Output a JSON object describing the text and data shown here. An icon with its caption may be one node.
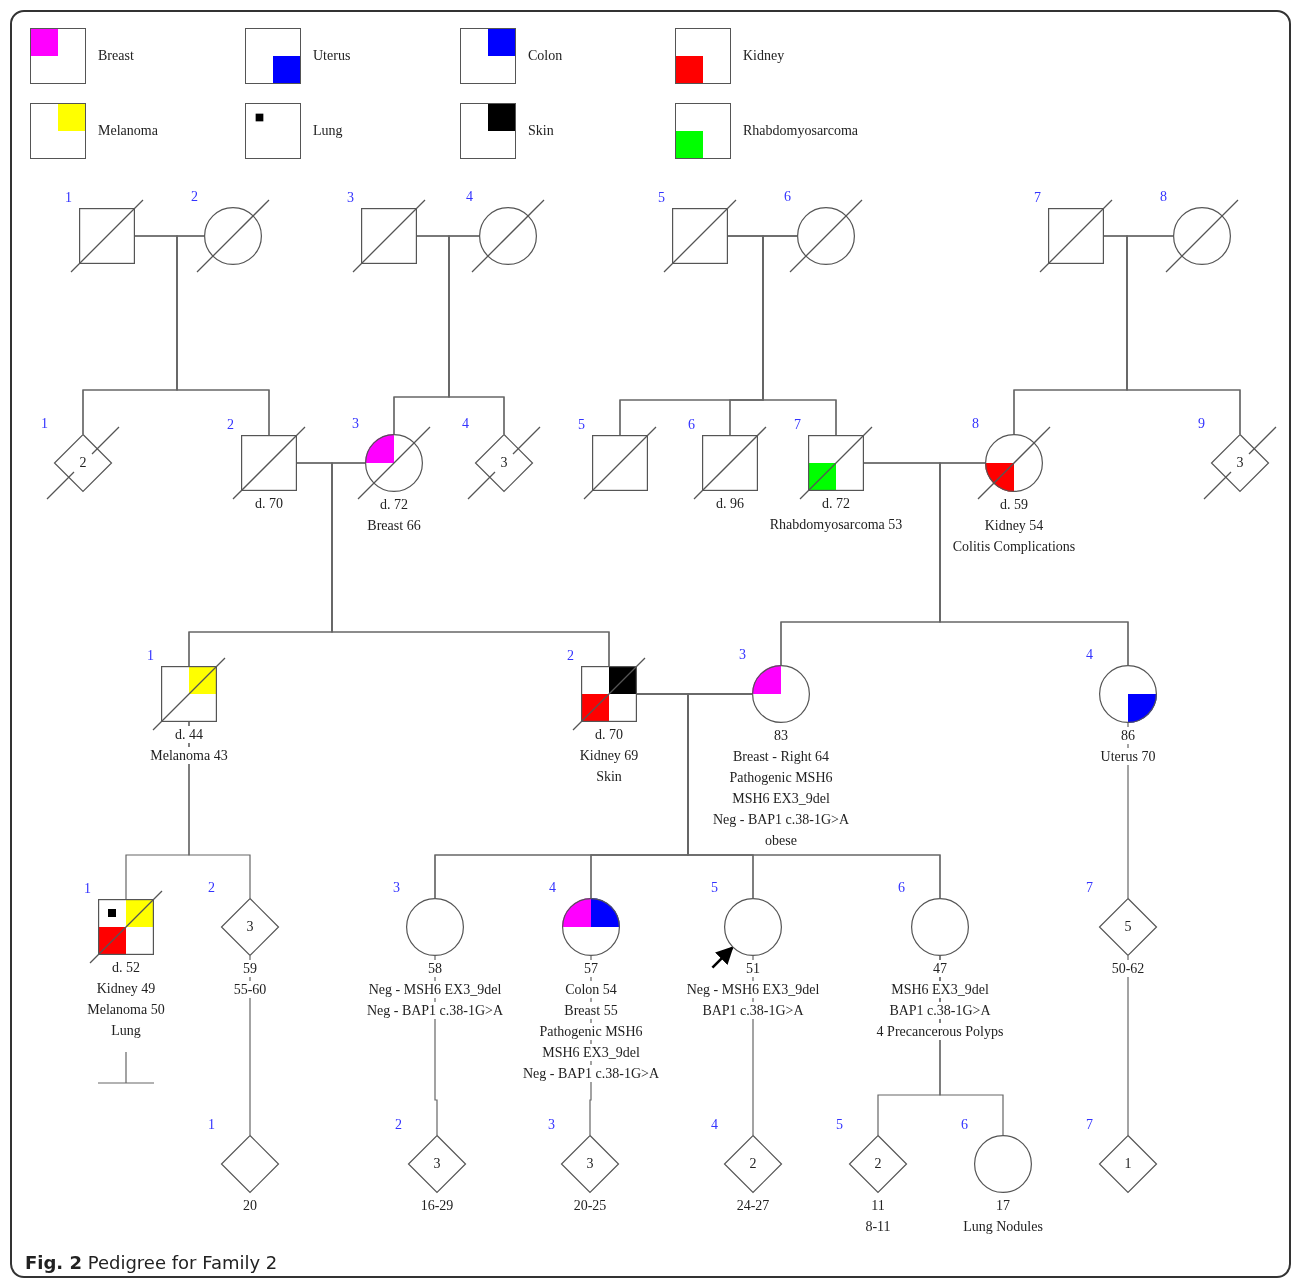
{
  "diagram": {
    "caption": "**Fig. 2** Pedigree for Family 2",
    "nodes": [
      {
        "text": [],
        "shape": "box",
        "beside": [
          "1"
        ]
      },
      {
        "text": [],
        "shape": "circle",
        "beside": [
          "2"
        ]
      },
      {
        "text": [],
        "shape": "box",
        "beside": [
          "3"
        ]
      },
      {
        "text": [],
        "shape": "circle",
        "beside": [
          "4"
        ]
      },
      {
        "text": [],
        "shape": "box",
        "beside": [
          "5"
        ]
      },
      {
        "text": [],
        "shape": "circle",
        "beside": [
          "6"
        ]
      },
      {
        "text": [],
        "shape": "box",
        "beside": [
          "7"
        ]
      },
      {
        "text": [],
        "shape": "circle",
        "beside": [
          "8"
        ]
      },
      {
        "text": [
          "2"
        ],
        "beside": [
          "1"
        ]
      },
      {
        "text": [],
        "shape": "box",
        "beside": [
          "2",
          "d. 70"
        ]
      },
      {
        "text": [],
        "shape": "circle",
        "beside": [
          "3",
          "d. 72",
          "Breast 66"
        ]
      },
      {
        "text": [
          "3"
        ],
        "beside": [
          "4"
        ]
      },
      {
        "text": [],
        "shape": "box",
        "beside": [
          "5"
        ]
      },
      {
        "text": [],
        "shape": "box",
        "beside": [
          "6",
          "d. 96"
        ]
      },
      {
        "text": [],
        "shape": "box",
        "beside": [
          "7",
          "d. 72",
          "Rhabdomyosarcoma 53"
        ]
      },
      {
        "text": [],
        "shape": "circle",
        "beside": [
          "8",
          "d. 59",
          "Kidney 54",
          "Colitis Complications"
        ]
      },
      {
        "text": [
          "3"
        ],
        "beside": [
          "9"
        ]
      },
      {
        "text": [],
        "shape": "box",
        "beside": [
          "1",
          "d. 44",
          "Melanoma 43"
        ]
      },
      {
        "text": [],
        "shape": "box",
        "beside": [
          "2",
          "d. 70",
          "Kidney 69",
          "Skin"
        ]
      },
      {
        "text": [],
        "shape": "circle",
        "beside": [
          "3",
          "83",
          "Breast - Right 64",
          "Pathogenic MSH6",
          "MSH6 EX3_9del",
          "Neg - BAP1 c.38-1G>A",
          "obese"
        ]
      },
      {
        "text": [],
        "shape": "circle",
        "beside": [
          "4",
          "86",
          "Uterus 70"
        ]
      },
      {
        "text": [],
        "shape": "box",
        "beside": [
          "1",
          "d. 52",
          "Kidney 49",
          "Melanoma 50",
          "Lung"
        ]
      },
      {
        "text": [
          "3"
        ],
        "beside": [
          "2",
          "59",
          "55-60"
        ]
      },
      {
        "text": [],
        "shape": "circle",
        "beside": [
          "3",
          "58",
          "Neg - MSH6 EX3_9del",
          "Neg - BAP1 c.38-1G>A"
        ]
      },
      {
        "text": [],
        "shape": "circle",
        "beside": [
          "4",
          "57",
          "Colon 54",
          "Breast 55",
          "Pathogenic MSH6",
          "MSH6 EX3_9del",
          "Neg - BAP1 c.38-1G>A"
        ]
      },
      {
        "text": [],
        "shape": "circle",
        "beside": [
          "5",
          "51",
          "Neg - MSH6 EX3_9del",
          "BAP1 c.38-1G>A"
        ]
      },
      {
        "text": [],
        "shape": "circle",
        "beside": [
          "6",
          "47",
          "MSH6 EX3_9del",
          "BAP1 c.38-1G>A",
          "4 Precancerous Polyps"
        ]
      },
      {
        "text": [
          "5"
        ],
        "beside": [
          "7",
          "50-62"
        ]
      },
      {
        "text": [],
        "shape": "diamond",
        "beside": [
          "1",
          "20"
        ]
      },
      {
        "text": [
          "3"
        ],
        "beside": [
          "2",
          "16-29"
        ]
      },
      {
        "text": [
          "3"
        ],
        "beside": [
          "3",
          "20-25"
        ]
      },
      {
        "text": [
          "2"
        ],
        "beside": [
          "4",
          "24-27"
        ]
      },
      {
        "text": [
          "2"
        ],
        "beside": [
          "5",
          "11",
          "8-11"
        ]
      },
      {
        "text": [],
        "shape": "circle",
        "beside": [
          "6",
          "17",
          "Lung Nodules"
        ]
      },
      {
        "text": [
          "1"
        ],
        "beside": [
          "7"
        ]
      }
    ],
    "edges": [
      {
        "from": 0,
        "to": 1,
        "arrow": "none"
      },
      {
        "from": 2,
        "to": 3,
        "arrow": "none"
      },
      {
        "from": 4,
        "to": 5,
        "arrow": "none"
      },
      {
        "from": 6,
        "to": 7,
        "arrow": "none"
      },
      {
        "from": 0,
        "to": 8,
        "arrow": "none"
      },
      {
        "from": 1,
        "to": 8,
        "arrow": "none"
      },
      {
        "from": 0,
        "to": 9,
        "arrow": "none"
      },
      {
        "from": 1,
        "to": 9,
        "arrow": "none"
      },
      {
        "from": 2,
        "to": 10,
        "arrow": "none"
      },
      {
        "from": 3,
        "to": 10,
        "arrow": "none"
      },
      {
        "from": 2,
        "to": 11,
        "arrow": "none"
      },
      {
        "from": 3,
        "to": 11,
        "arrow": "none"
      },
      {
        "from": 4,
        "to": 12,
        "arrow": "none"
      },
      {
        "from": 5,
        "to": 12,
        "arrow": "none"
      },
      {
        "from": 4,
        "to": 13,
        "arrow": "none"
      },
      {
        "from": 5,
        "to": 13,
        "arrow": "none"
      },
      {
        "from": 4,
        "to": 14,
        "arrow": "none"
      },
      {
        "from": 5,
        "to": 14,
        "arrow": "none"
      },
      {
        "from": 6,
        "to": 15,
        "arrow": "none"
      },
      {
        "from": 7,
        "to": 15,
        "arrow": "none"
      },
      {
        "from": 6,
        "to": 16,
        "arrow": "none"
      },
      {
        "from": 7,
        "to": 16,
        "arrow": "none"
      },
      {
        "from": 9,
        "to": 10,
        "arrow": "none"
      },
      {
        "from": 14,
        "to": 15,
        "arrow": "none"
      },
      {
        "from": 9,
        "to": 17,
        "arrow": "none"
      },
      {
        "from": 10,
        "to": 17,
        "arrow": "none"
      },
      {
        "from": 9,
        "to": 18,
        "arrow": "none"
      },
      {
        "from": 10,
        "to": 18,
        "arrow": "none"
      },
      {
        "from": 14,
        "to": 19,
        "arrow": "none"
      },
      {
        "from": 15,
        "to": 19,
        "arrow": "none"
      },
      {
        "from": 14,
        "to": 20,
        "arrow": "none"
      },
      {
        "from": 15,
        "to": 20,
        "arrow": "none"
      },
      {
        "from": 18,
        "to": 19,
        "arrow": "none"
      },
      {
        "from": 17,
        "to": 21,
        "arrow": "none"
      },
      {
        "from": 17,
        "to": 22,
        "arrow": "none"
      },
      {
        "from": 18,
        "to": 23,
        "arrow": "none"
      },
      {
        "from": 19,
        "to": 23,
        "arrow": "none"
      },
      {
        "from": 18,
        "to": 24,
        "arrow": "none"
      },
      {
        "from": 19,
        "to": 24,
        "arrow": "none"
      },
      {
        "from": 18,
        "to": 25,
        "arrow": "none"
      },
      {
        "from": 19,
        "to": 25,
        "arrow": "none"
      },
      {
        "from": 18,
        "to": 26,
        "arrow": "none"
      },
      {
        "from": 19,
        "to": 26,
        "arrow": "none"
      },
      {
        "from": 20,
        "to": 27,
        "arrow": "none"
      },
      {
        "from": null,
        "to": 25,
        "arrow": "to",
        "color": "#000000"
      },
      {
        "from": 22,
        "to": 28,
        "arrow": "none"
      },
      {
        "from": 23,
        "to": 29,
        "arrow": "none"
      },
      {
        "from": 24,
        "to": 30,
        "arrow": "none"
      },
      {
        "from": 25,
        "to": 31,
        "arrow": "none"
      },
      {
        "from": 26,
        "to": 32,
        "arrow": "none"
      },
      {
        "from": 26,
        "to": 33,
        "arrow": "none"
      },
      {
        "from": 27,
        "to": 34,
        "arrow": "none"
      }
    ],
    "legend": [
      {
        "text": "Breast",
        "color": "#ff00ff"
      },
      {
        "text": "Uterus",
        "color": "#0000ff"
      },
      {
        "text": "Colon",
        "color": "#0000ff"
      },
      {
        "text": "Kidney",
        "color": "#ff0000"
      },
      {
        "text": "Melanoma",
        "color": "#ffff00"
      },
      {
        "text": "Lung"
      },
      {
        "text": "Skin",
        "color": "#000000"
      },
      {
        "text": "Rhabdomyosarcoma",
        "color": "#00ff00"
      }
    ]
  }
}
